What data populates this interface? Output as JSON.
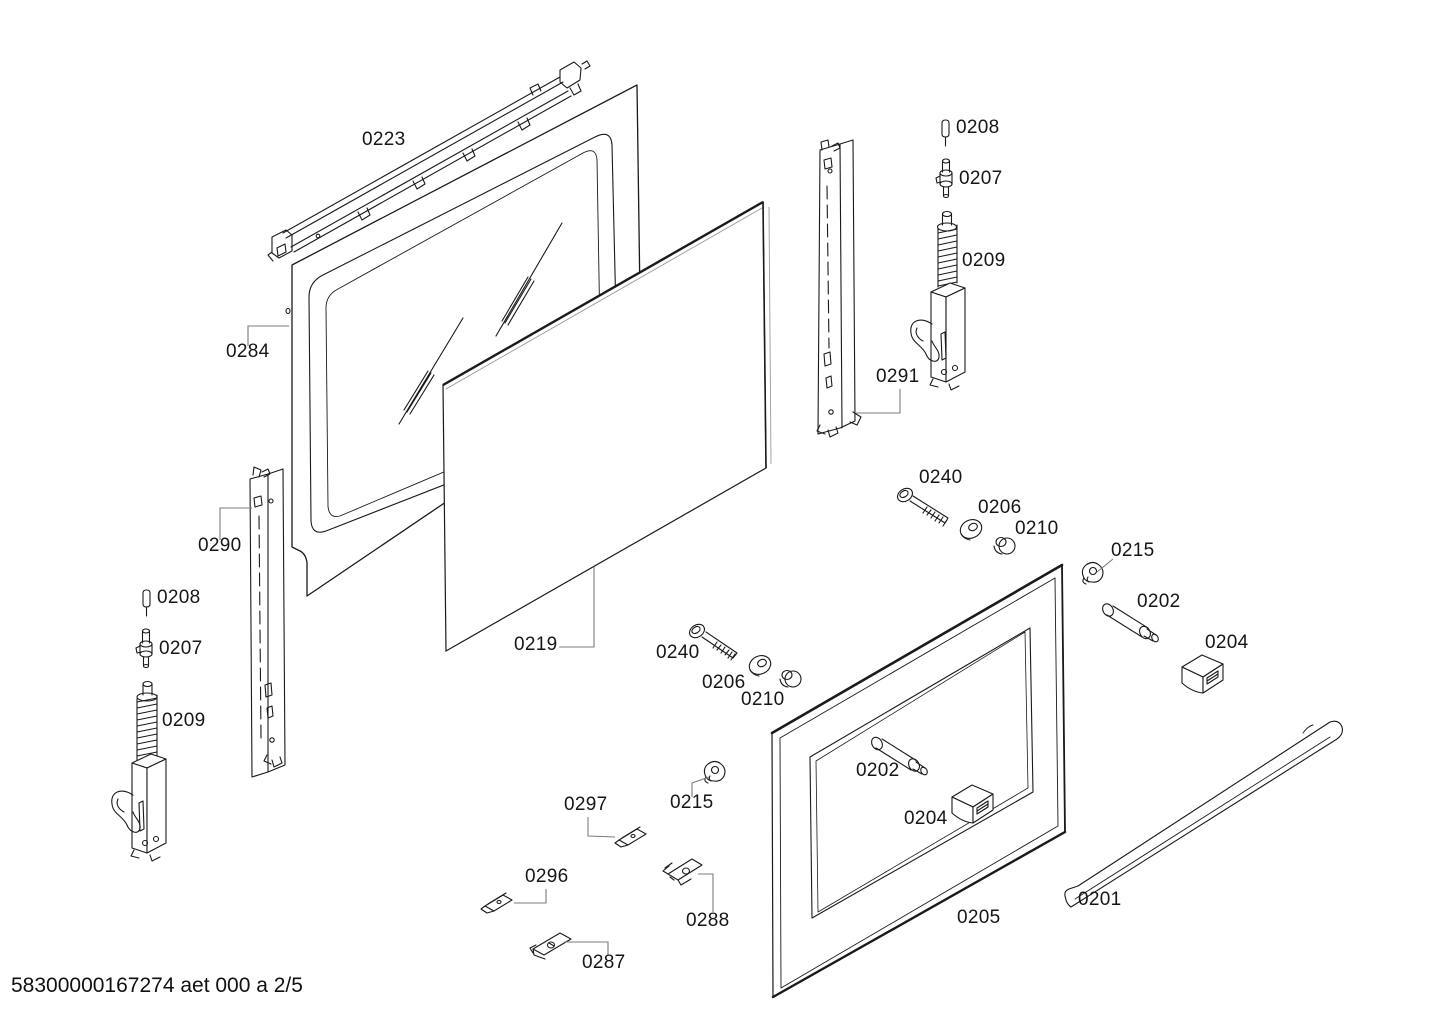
{
  "footer": {
    "text": "58300000167274 aet 000 a 2/5"
  },
  "colors": {
    "line": "#1a1a1a",
    "leader": "#7c7c7c",
    "background": "#ffffff"
  },
  "labels": {
    "trim_0223": "0223",
    "outer_panel_0284": "0284",
    "rail_left_0290": "0290",
    "pin_left_0208": "0208",
    "bolt_left_0207": "0207",
    "hinge_left_0209": "0209",
    "glass_0219": "0219",
    "screw_lower_0240": "0240",
    "washer_lower_0206": "0206",
    "nut_lower_0210": "0210",
    "screw_upper_0240": "0240",
    "washer_upper_0206": "0206",
    "nut_upper_0210": "0210",
    "clip_upper_0215": "0215",
    "pin_right_0202": "0202",
    "box_right_0204": "0204",
    "pin_right_0208": "0208",
    "bolt_right_0207": "0207",
    "hinge_right_0209": "0209",
    "rail_right_0291": "0291",
    "pin_inner_0202": "0202",
    "box_inner_0204": "0204",
    "inner_door_0205": "0205",
    "clip_lower_0215": "0215",
    "clip_0297": "0297",
    "clip_0296": "0296",
    "bracket_0287": "0287",
    "bracket_0288": "0288",
    "handle_0201": "0201"
  }
}
